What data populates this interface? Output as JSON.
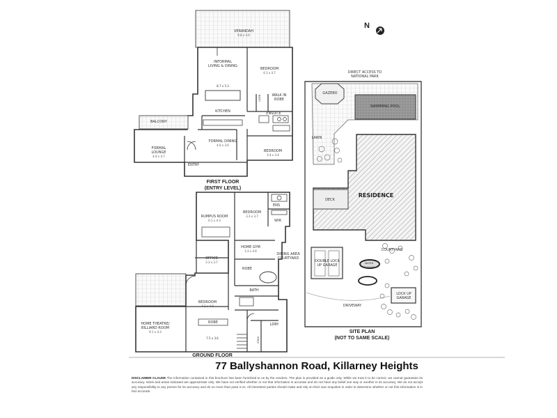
{
  "compass": {
    "letter": "N"
  },
  "labels": {
    "verandah": "VERANDAH",
    "verandah_dim": "9.8 x 4.0",
    "informal_living": "INFORMAL LIVING & DINING",
    "informal_living_dim": "8.7 x 5.3",
    "bedroom_a": "BEDROOM",
    "bedroom_a_dim": "4.3 x 4.7",
    "linen": "LINEN",
    "walk_in_robe": "WALK IN ROBE",
    "ensuite": "ENSUITE",
    "kitchen": "KITCHEN",
    "balcony": "BALCONY",
    "formal_lounge": "FORMAL LOUNGE",
    "formal_lounge_dim": "4.9 x 4.7",
    "formal_dining": "FORMAL DINING",
    "formal_dining_dim": "4.6 x 3.6",
    "bedroom_b": "BEDROOM",
    "bedroom_b_dim": "3.4 x 3.4",
    "entry": "ENTRY",
    "rumpus": "RUMPUS ROOM",
    "rumpus_dim": "6.1 x 4.3",
    "bedroom_c": "BEDROOM",
    "bedroom_c_dim": "3.3 x 3.7",
    "ens": "ENS",
    "wir": "WIR",
    "home_gym": "HOME GYM",
    "home_gym_dim": "3.3 x 4.6",
    "dining_area": "DINING AREA COURTYARD",
    "office": "OFFICE",
    "office_dim": "3.3 x 3.7",
    "robe": "ROBE",
    "bath": "BATH",
    "bedroom_d": "BEDROOM",
    "bedroom_d_dim": "4.1 x 4.0",
    "robe_d": "ROBE",
    "home_theatre": "HOME THEATRE/ BILLIARD ROOM",
    "home_theatre_dim": "9.1 x 4.3",
    "theatre_dim2": "7.5 x 3.6",
    "lory": "LDRY",
    "stair": "STAIR",
    "direct_access": "DIRECT ACCESS TO NATIONAL PARK",
    "gazebo": "GAZEBO",
    "swimming_pool": "SWIMMING POOL",
    "lawn": "LAWN",
    "residence": "RESIDENCE",
    "deck": "DECK",
    "courtyard": "COURTYARD",
    "double_garage": "DOUBLE LOCK UP GARAGE",
    "water_feature": "WATER FEATURE",
    "lockup_garage": "LOCK UP GARAGE",
    "driveway": "DRIVEWAY"
  },
  "headings": {
    "first_floor_1": "FIRST FLOOR",
    "first_floor_2": "(ENTRY LEVEL)",
    "ground_floor": "GROUND FLOOR",
    "site_plan_1": "SITE PLAN",
    "site_plan_2": "(NOT TO SAME SCALE)"
  },
  "address": "77 Ballyshannon Road, Killarney Heights",
  "disclaimer": {
    "title": "DISCLAIMER CLAUSE",
    "text": "The information contained in this brochure has been furnished to us by the vendors. The plan is provided as a guide only. While we trust it to be correct, we cannot guarantee its accuracy. Sizes and areas indicated are approximate only. We have not verified whether or not that information is accurate and do not have any belief one way or another in its accuracy. We do not accept any responsibility to any person for its accuracy and do no more than pass it on. All interested parties should make and rely on their own enquiries in order to determine whether or not this information is in fact accurate."
  }
}
